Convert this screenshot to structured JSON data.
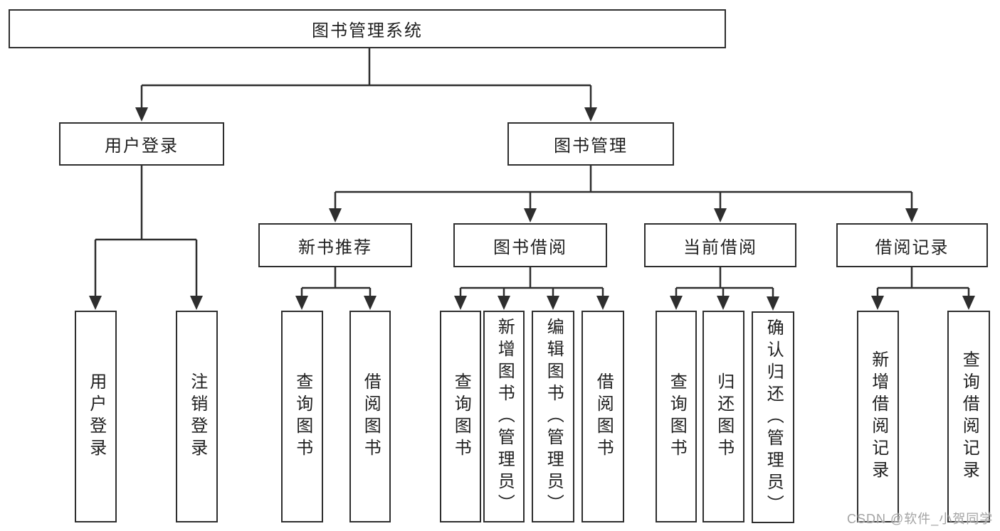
{
  "diagram": {
    "root": {
      "label": "图书管理系统",
      "children": [
        {
          "label": "用户登录",
          "children": [
            {
              "label": "用户登录"
            },
            {
              "label": "注销登录"
            }
          ]
        },
        {
          "label": "图书管理",
          "children": [
            {
              "label": "新书推荐",
              "children": [
                {
                  "label": "查询图书"
                },
                {
                  "label": "借阅图书"
                }
              ]
            },
            {
              "label": "图书借阅",
              "children": [
                {
                  "label": "查询图书"
                },
                {
                  "label": "新增图书（管理员）"
                },
                {
                  "label": "编辑图书（管理员）"
                },
                {
                  "label": "借阅图书"
                }
              ]
            },
            {
              "label": "当前借阅",
              "children": [
                {
                  "label": "查询图书"
                },
                {
                  "label": "归还图书"
                },
                {
                  "label": "确认归还（管理员）"
                }
              ]
            },
            {
              "label": "借阅记录",
              "children": [
                {
                  "label": "新增借阅记录"
                },
                {
                  "label": "查询借阅记录"
                }
              ]
            }
          ]
        }
      ]
    }
  },
  "watermark": {
    "text": "CSDN @软件_小贺同学"
  },
  "colors": {
    "line": "#2e2e2e",
    "text": "#1f1f1f",
    "watermark": "#a3a3a3",
    "background": "#ffffff"
  }
}
